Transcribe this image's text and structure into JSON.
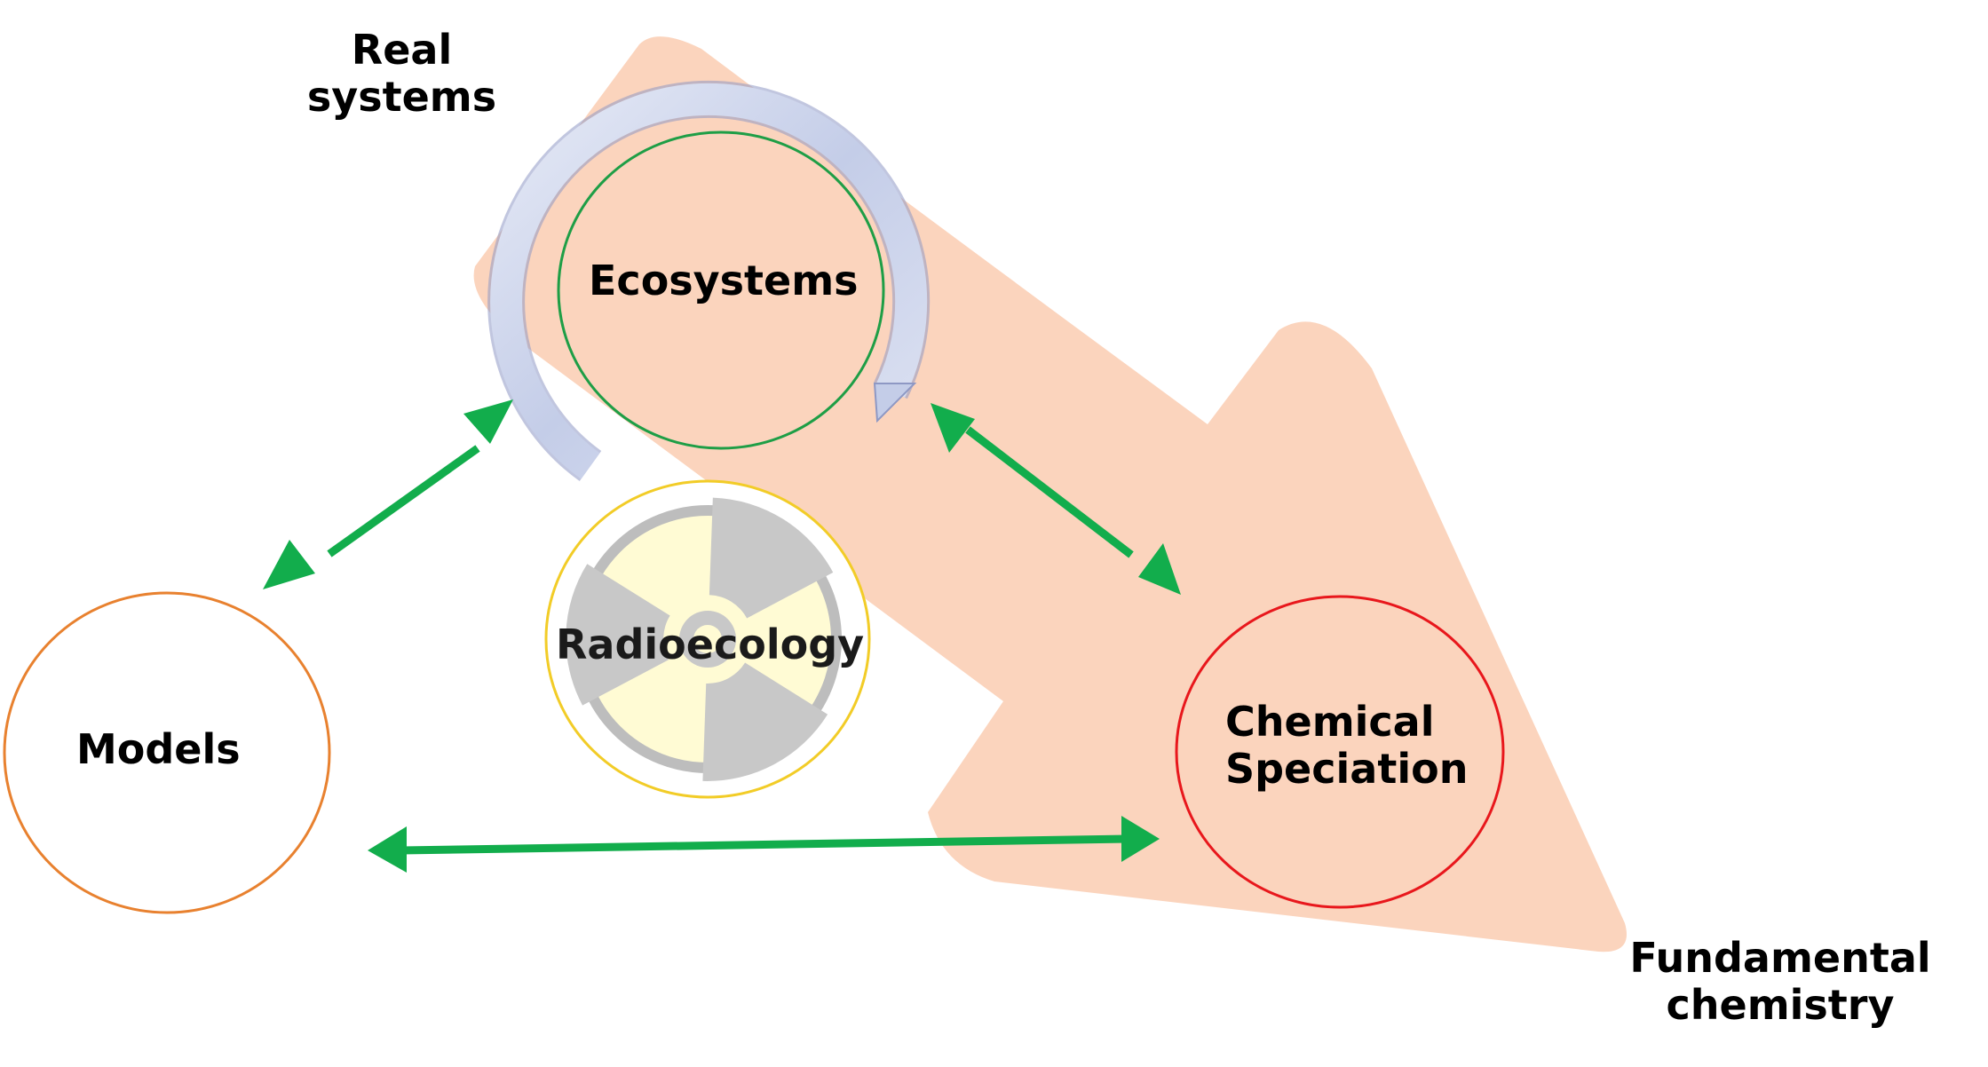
{
  "labels": {
    "real_systems": [
      "Real",
      "systems"
    ],
    "fundamental_chemistry": [
      "Fundamental",
      "chemistry"
    ],
    "ecosystems": "Ecosystems",
    "models": "Models",
    "radioecology": "Radioecology",
    "chemical_speciation": [
      "Chemical",
      "Speciation"
    ]
  },
  "colors": {
    "big_arrow_fill": "#fbd4bd",
    "ecosystems_ring": "#1e9e46",
    "models_ring": "#e8812f",
    "chemical_speciation_ring": "#e8171c",
    "radioecology_ring": "#f2cc27",
    "connector_arrows": "#12ad4c",
    "cycle_arrow": "#c8d0e8",
    "radiation_symbol_gray": "#bdbdbd",
    "radiation_symbol_background": "#fffbd4"
  },
  "icons": {
    "cycle": "circular-cycle-arrow-icon",
    "radiation": "radiation-trefoil-icon"
  }
}
